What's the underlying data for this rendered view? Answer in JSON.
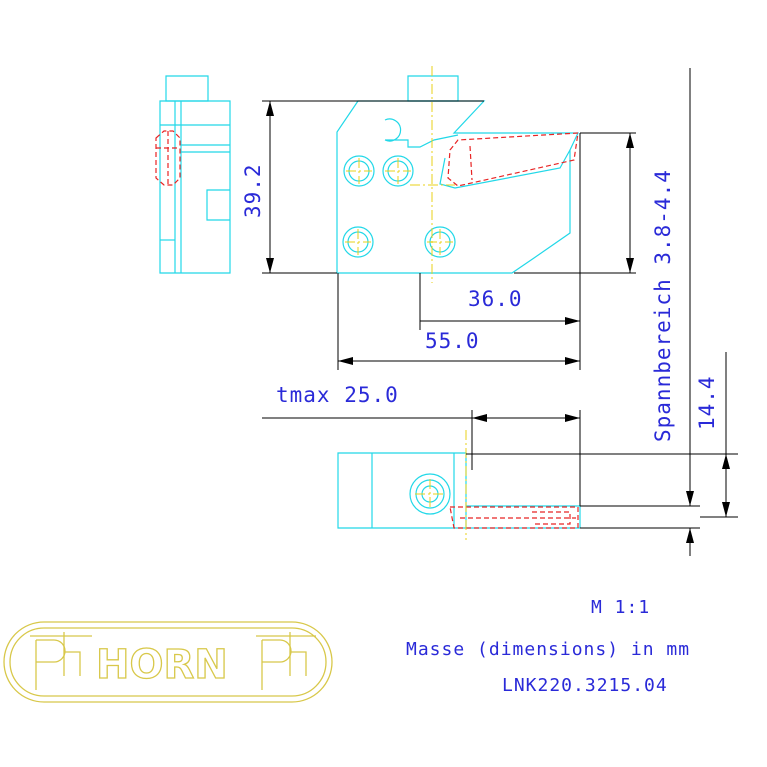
{
  "dimensions": {
    "height_392": "39.2",
    "width_360": "36.0",
    "width_550": "55.0",
    "tmax": "tmax 25.0",
    "spannbereich": "Spannbereich 3.8-4.4",
    "height_144": "14.4"
  },
  "notes": {
    "scale": "M 1:1",
    "units": "Masse (dimensions) in mm",
    "part_number": "LNK220.3215.04"
  },
  "logo": {
    "text": "HORN"
  },
  "colors": {
    "part_outline": "#22d8e8",
    "hidden_lines": "#e82424",
    "center_lines": "#e8d21a",
    "dimension_text": "#2a2ad8",
    "logo": "#d8c84a"
  }
}
